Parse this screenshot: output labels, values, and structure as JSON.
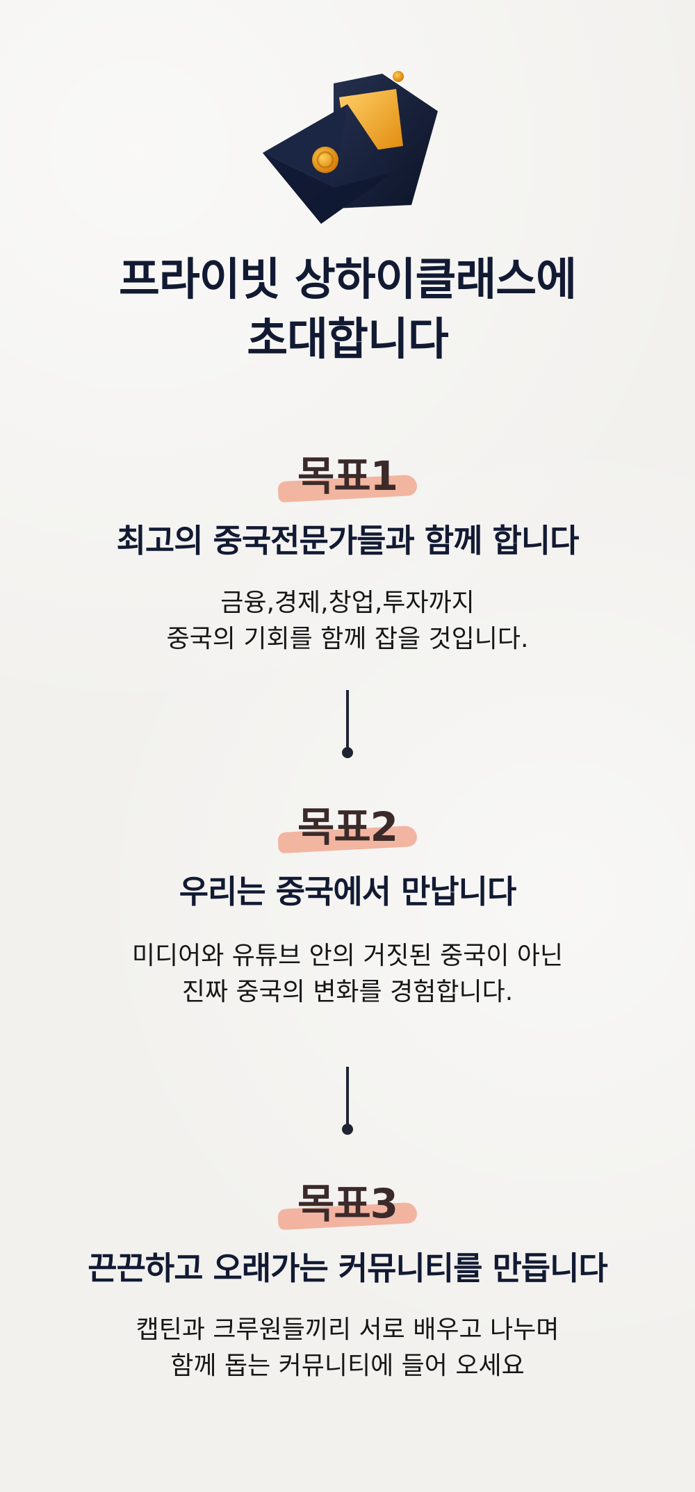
{
  "hero": {
    "icon": "envelopes-icon",
    "title_lines": [
      "프라이빗 상하이클래스에",
      "초대합니다"
    ]
  },
  "goals": [
    {
      "badge": "목표1",
      "headline": "최고의 중국전문가들과 함께 합니다",
      "lines": [
        "금융,경제,창업,투자까지",
        "중국의 기회를 함께 잡을 것입니다."
      ]
    },
    {
      "badge": "목표2",
      "headline": "우리는 중국에서 만납니다",
      "lines": [
        "미디어와 유튜브 안의 거짓된 중국이 아닌",
        "진짜 중국의 변화를 경험합니다."
      ]
    },
    {
      "badge": "목표3",
      "headline": "끈끈하고 오래가는 커뮤니티를 만듭니다",
      "lines": [
        "캡틴과 크루원들끼리 서로 배우고 나누며",
        "함께 돕는 커뮤니티에 들어 오세요"
      ]
    }
  ],
  "colors": {
    "navy": "#121a33",
    "badge_highlight": "#f1a992",
    "gold": "#f2a81c"
  }
}
